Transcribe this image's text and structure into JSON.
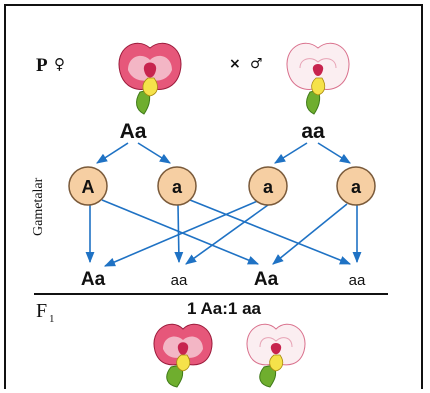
{
  "parents": {
    "label": "P",
    "female_symbol": "♀",
    "cross_symbol": "×",
    "male_symbol": "♂",
    "female_genotype": "Aa",
    "male_genotype": "aa"
  },
  "gametes": {
    "side_label": "Gametalar",
    "alleles": [
      "A",
      "a",
      "a",
      "a"
    ]
  },
  "offspring": {
    "genotypes": [
      "Aa",
      "aa",
      "Aa",
      "aa"
    ],
    "generation_label": "F",
    "generation_subscript": "1",
    "ratio": "1 Aa:1 aa"
  },
  "colors": {
    "arrow": "#1f72c4",
    "gamete_fill": "#f6cfa3",
    "gamete_stroke": "#7a5a3a",
    "flower_red": "#c7244e",
    "flower_pink": "#f3b6c5",
    "flower_white": "#fbeef1",
    "stem_green": "#6fae2e"
  }
}
